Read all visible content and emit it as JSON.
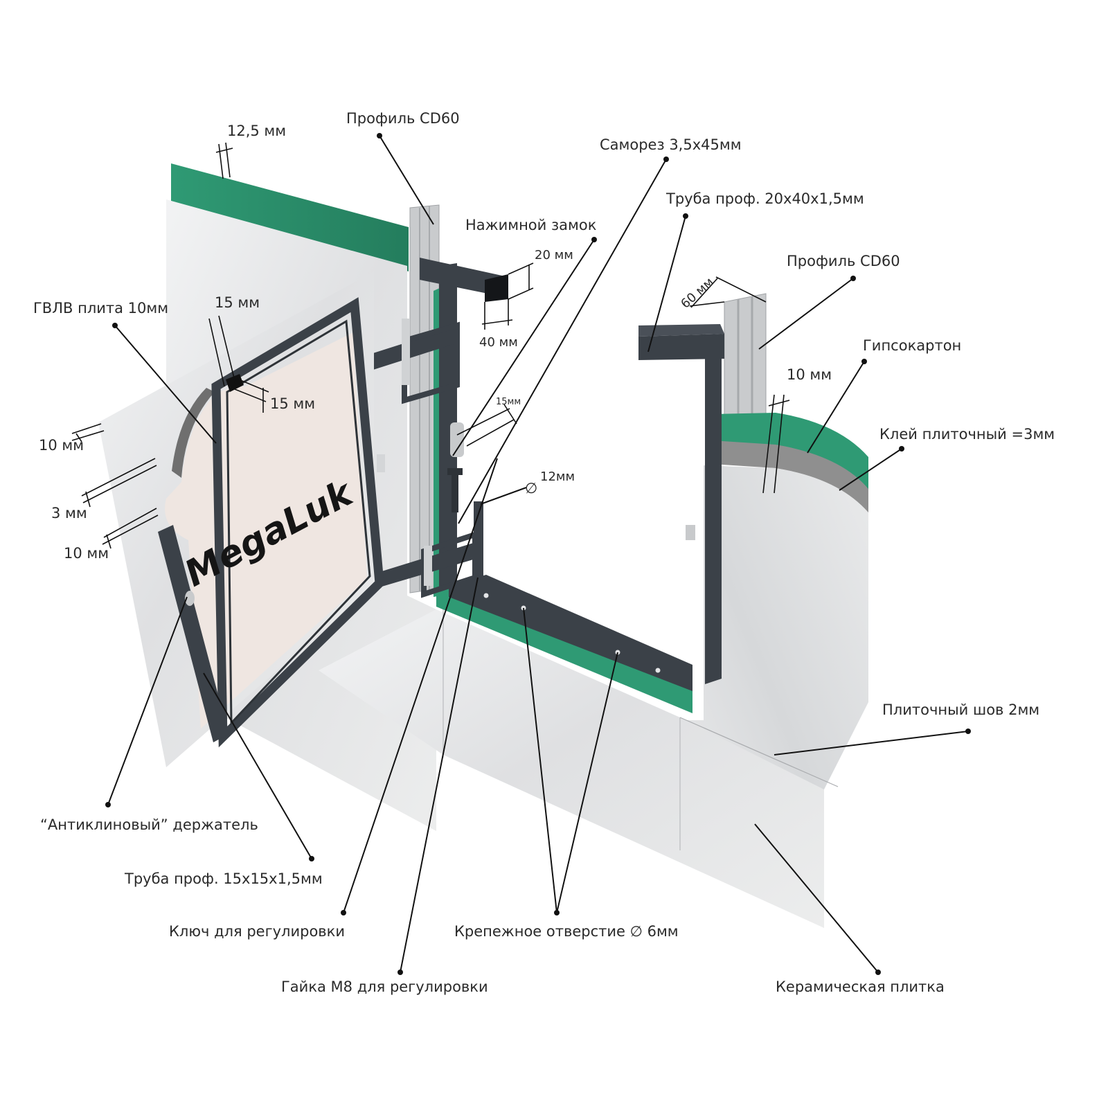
{
  "brand": "MegaLuk",
  "colors": {
    "green": "#2f9a74",
    "green_dark": "#1f7a58",
    "frame": "#3b4148",
    "tile": "#e4e5e7",
    "gypsum": "#efe6e1",
    "adhesive": "#8f8f8f"
  },
  "labels": {
    "profile_cd60_top": "Профиль CD60",
    "thickness_12_5": "12,5 мм",
    "screw": "Саморез 3,5х45мм",
    "tube_20x40": "Труба проф. 20х40х1,5мм",
    "push_lock": "Нажимной замок",
    "dim_20mm": "20 мм",
    "dim_40mm": "40 мм",
    "profile_cd60_right": "Профиль CD60",
    "dim_60mm": "60 мм",
    "gvlv": "ГВЛВ плита 10мм",
    "dim_15mm_top": "15 мм",
    "dim_15mm_side": "15 мм",
    "dim_15mm_small": "15мм",
    "gypsum_board": "Гипсокартон",
    "dim_10mm_right": "10 мм",
    "tile_adhesive": "Клей плиточный =3мм",
    "dim_10mm_left_top": "10 мм",
    "dim_3mm": "3 мм",
    "dim_10mm_left_bottom": "10 мм",
    "dim_12mm": "12мм",
    "tile_joint": "Плиточный шов 2мм",
    "anti_wedge": "“Антиклиновый” держатель",
    "tube_15x15": "Труба проф. 15х15х1,5мм",
    "adjust_key": "Ключ для регулировки",
    "mount_hole": "Крепежное отверстие ∅ 6мм",
    "nut_m8": "Гайка М8 для регулировки",
    "ceramic_tile": "Керамическая плитка"
  }
}
